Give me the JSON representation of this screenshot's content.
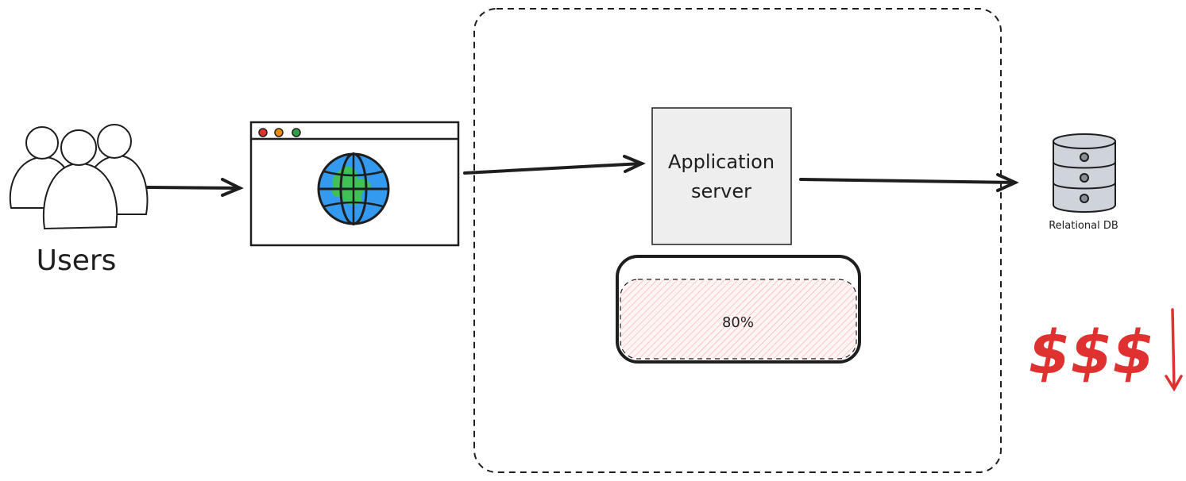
{
  "users": {
    "label": "Users"
  },
  "browser": {
    "dot_colors": [
      "#e03131",
      "#f08c00",
      "#2f9e44"
    ],
    "globe_ocean": "#339af0",
    "globe_land": "#40c057"
  },
  "app_server": {
    "label_line1": "Application",
    "label_line2": "server",
    "fill": "#eeeeee"
  },
  "utilization_bar": {
    "label": "80%",
    "value": 0.8,
    "fill": "#ffc9c9"
  },
  "database": {
    "label": "Relational DB",
    "fill": "#ced4da"
  },
  "cost_indicator": {
    "label": "$$$",
    "trend": "down",
    "color": "#e03131"
  },
  "boundary": {
    "style": "dashed"
  }
}
